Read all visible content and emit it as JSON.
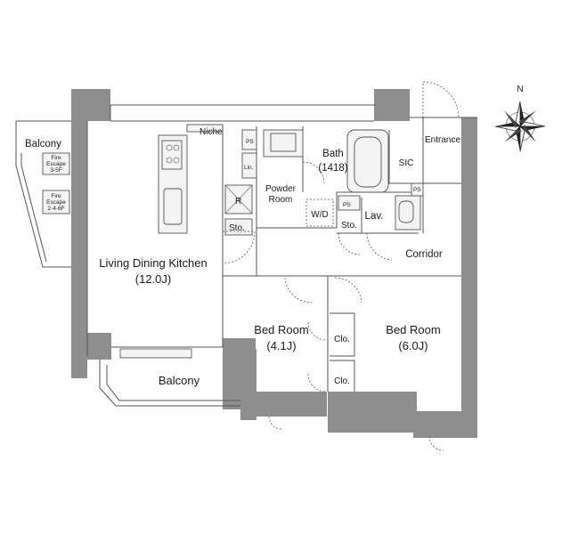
{
  "rooms": {
    "balcony_side": "Balcony",
    "fire_escape_1_line1": "Fire",
    "fire_escape_1_line2": "Escape",
    "fire_escape_1_line3": "3-5F",
    "fire_escape_2_line1": "Fire",
    "fire_escape_2_line2": "Escape",
    "fire_escape_2_line3": "2·4·6F",
    "niche": "Niche",
    "ps_top": "PS",
    "linen": "Lin.",
    "refrigerator": "R",
    "storage_1": "Sto.",
    "powder_room_line1": "Powder",
    "powder_room_line2": "Room",
    "bath": "Bath",
    "bath_size": "(1418)",
    "sic": "SIC",
    "entrance": "Entrance",
    "ps_right": "PS",
    "washer_dryer": "W/D",
    "ps_mid": "PS",
    "storage_2": "Sto.",
    "lavatory": "Lav.",
    "corridor": "Corridor",
    "ldk": "Living Dining Kitchen",
    "ldk_size": "(12.0J)",
    "bedroom_1": "Bed Room",
    "bedroom_1_size": "(4.1J)",
    "bedroom_2": "Bed Room",
    "bedroom_2_size": "(6.0J)",
    "closet_1": "Clo.",
    "closet_2": "Clo.",
    "balcony_bottom": "Balcony"
  },
  "compass": {
    "north": "N"
  },
  "colors": {
    "wall": "#8e8e8e",
    "line": "#555555"
  }
}
